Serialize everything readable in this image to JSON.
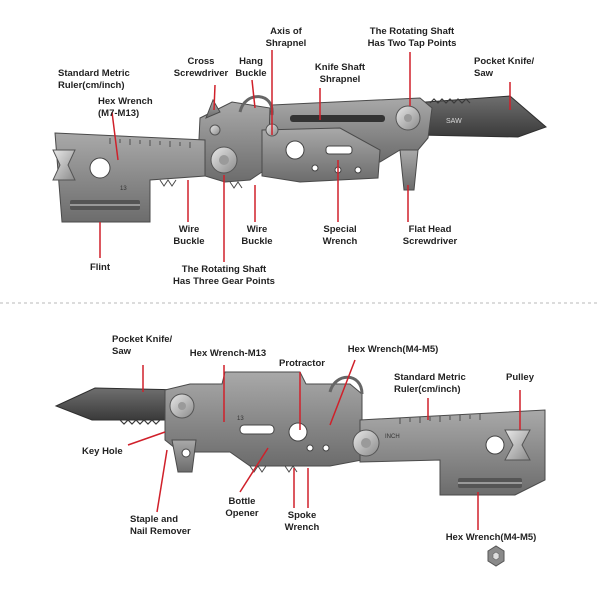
{
  "colors": {
    "pointer": "#d0202a",
    "metal": "#8d8d8d",
    "metal_dark": "#5a5a5a",
    "divider": "#b8b8b8"
  },
  "top_labels": {
    "axis_shrapnel": "Axis of\nShrapnel",
    "rotating_two": "The Rotating  Shaft\nHas Two Tap Points",
    "cross_driver": "Cross\nScrewdriver",
    "hang_buckle": "Hang\nBuckle",
    "knife_shrapnel": "Knife Shaft\nShrapnel",
    "pocket_knife": "Pocket Knife/\nSaw",
    "metric_ruler": "Standard Metric\nRuler(cm/inch)",
    "hex_m7": "Hex Wrench\n(M7-M13)",
    "wire_buckle_1": "Wire\nBuckle",
    "wire_buckle_2": "Wire\nBuckle",
    "special_wrench": "Special\nWrench",
    "flat_driver": "Flat Head\nScrewdriver",
    "flint": "Flint",
    "rotating_three": "The Rotating Shaft\nHas Three Gear Points"
  },
  "bottom_labels": {
    "pocket_knife": "Pocket Knife/\nSaw",
    "hex_m13": "Hex Wrench-M13",
    "protractor": "Protractor",
    "hex_m4_top": "Hex Wrench(M4-M5)",
    "metric_ruler": "Standard Metric\nRuler(cm/inch)",
    "pulley": "Pulley",
    "key_hole": "Key Hole",
    "bottle_opener": "Bottle\nOpener",
    "spoke_wrench": "Spoke\nWrench",
    "staple_remover": "Staple  and\nNail Remover",
    "hex_m4_bottom": "Hex Wrench(M4-M5)"
  },
  "engravings": {
    "saw": "SAW",
    "inch": "INCH",
    "num_13": "13"
  },
  "icons": {
    "hex_nut": "hex-nut-icon"
  }
}
